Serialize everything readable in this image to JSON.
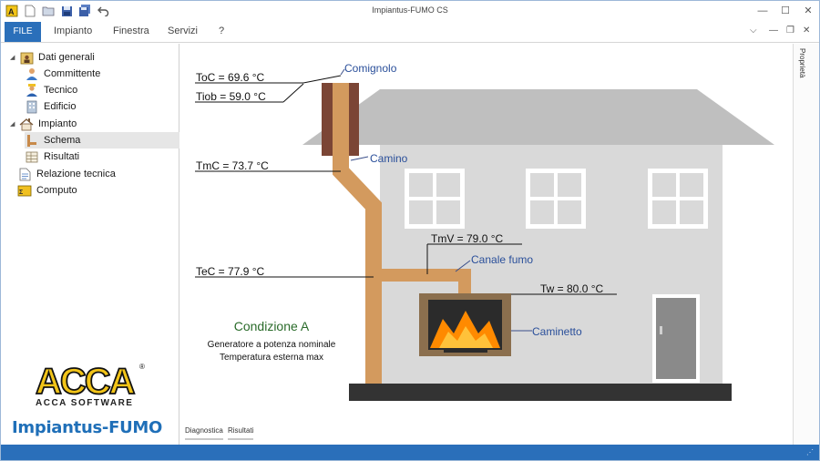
{
  "window": {
    "title": "Impiantus-FUMO CS",
    "controls": {
      "minimize": "—",
      "maximize": "☐",
      "close": "✕"
    }
  },
  "quick_access": [
    {
      "icon": "app-logo-icon"
    },
    {
      "icon": "new-file-icon"
    },
    {
      "icon": "open-file-icon"
    },
    {
      "icon": "save-icon"
    },
    {
      "icon": "save-all-icon"
    },
    {
      "icon": "undo-icon"
    }
  ],
  "menu": {
    "file": "FILE",
    "items": [
      "Impianto",
      "Finestra",
      "Servizi",
      "?"
    ]
  },
  "tree": {
    "items": [
      {
        "label": "Dati generali",
        "icon": "folder-people-icon",
        "level": 0,
        "expander": "◢"
      },
      {
        "label": "Committente",
        "icon": "person-icon",
        "level": 1
      },
      {
        "label": "Tecnico",
        "icon": "technician-icon",
        "level": 1
      },
      {
        "label": "Edificio",
        "icon": "building-icon",
        "level": 1
      },
      {
        "label": "Impianto",
        "icon": "house-icon",
        "level": 0,
        "expander": "◢"
      },
      {
        "label": "Schema",
        "icon": "chimney-schema-icon",
        "level": 1,
        "selected": true
      },
      {
        "label": "Risultati",
        "icon": "table-icon",
        "level": 1
      },
      {
        "label": "Relazione tecnica",
        "icon": "document-icon",
        "level": 0
      },
      {
        "label": "Computo",
        "icon": "computo-icon",
        "level": 0
      }
    ],
    "brand": {
      "logo_text": "ACCA",
      "company": "ACCA SOFTWARE",
      "product": "Impiantus-FUMO"
    }
  },
  "schema": {
    "labels": {
      "comignolo": "Comignolo",
      "camino": "Camino",
      "canale_fumo": "Canale fumo",
      "caminetto": "Caminetto"
    },
    "temperatures": {
      "toc": "ToC = 69.6 °C",
      "tiob": "Tiob = 59.0 °C",
      "tmc": "TmC = 73.7 °C",
      "tec": "TeC = 77.9 °C",
      "tmv": "TmV = 79.0 °C",
      "tw": "Tw = 80.0 °C"
    },
    "condition": {
      "title": "Condizione A",
      "line1": "Generatore a potenza nominale",
      "line2": "Temperatura esterna max"
    }
  },
  "side_panel": {
    "label": "Proprietà"
  },
  "bottom_tabs": [
    "Diagnostica",
    "Risultati"
  ],
  "colors": {
    "accent": "#2a6fba",
    "wall": "#d9d9d9",
    "roof": "#bdbdbd",
    "pipe": "#d39a5e",
    "chimney_brick": "#7a4433",
    "fireplace_frame": "#8b6f4e",
    "label_blue": "#2a4f9a",
    "condition_green": "#2a6b2a"
  }
}
